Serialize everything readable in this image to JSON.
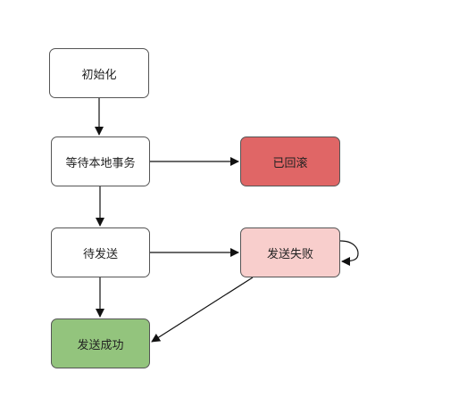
{
  "nodes": {
    "init": "初始化",
    "wait_local_tx": "等待本地事务",
    "pending_send": "待发送",
    "send_success": "发送成功",
    "rolled_back": "已回滚",
    "send_failed": "发送失败"
  },
  "colors": {
    "default_fill": "#ffffff",
    "success_fill": "#93c47d",
    "rollback_fill": "#e06666",
    "failed_fill": "#f8cecc",
    "stroke": "#555555",
    "edge": "#111111"
  },
  "edges": [
    {
      "from": "init",
      "to": "wait_local_tx"
    },
    {
      "from": "wait_local_tx",
      "to": "rolled_back"
    },
    {
      "from": "wait_local_tx",
      "to": "pending_send"
    },
    {
      "from": "pending_send",
      "to": "send_failed"
    },
    {
      "from": "pending_send",
      "to": "send_success"
    },
    {
      "from": "send_failed",
      "to": "send_success"
    },
    {
      "from": "send_failed",
      "to": "send_failed"
    }
  ]
}
